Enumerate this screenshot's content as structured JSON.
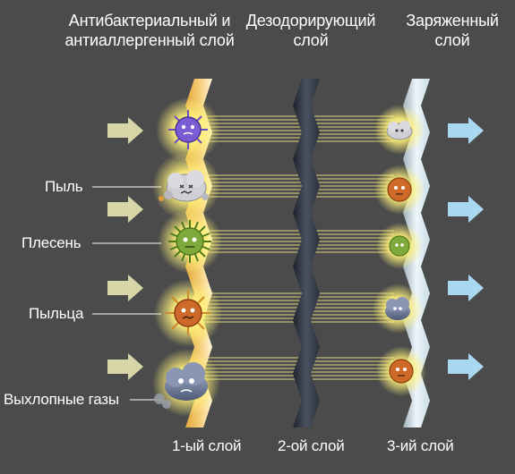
{
  "headers": {
    "layer1": "Антибактериальный и\nантиаллергенный слой",
    "layer2": "Дезодорирующий\nслой",
    "layer3": "Заряженный\nслой"
  },
  "labels": {
    "dust": "Пыль",
    "mold": "Плесень",
    "pollen": "Пыльца",
    "exhaust": "Выхлопные газы"
  },
  "bottom": {
    "layer1": "1-ый слой",
    "layer2": "2-ой слой",
    "layer3": "3-ий слой"
  },
  "colors": {
    "background": "#4b4b4b",
    "layer1": "#f2b73a",
    "layer2": "#2c3340",
    "layer3": "#d9e8f0",
    "arrow_in": "#d8d5a8",
    "arrow_out": "#a9d8f0",
    "beam": "#d8cf7a",
    "glow": "#fff27a"
  },
  "icons": {
    "row1_in": "bacteria-icon",
    "row2_in": "dust-icon",
    "row3_in": "mold-icon",
    "row4_in": "pollen-icon",
    "row5_in": "exhaust-cloud-icon",
    "row1_out": "small-dust-icon",
    "row2_out": "small-pollen-icon",
    "row3_out": "small-mold-icon",
    "row4_out": "small-exhaust-icon",
    "row5_out": "small-pollen-icon"
  }
}
